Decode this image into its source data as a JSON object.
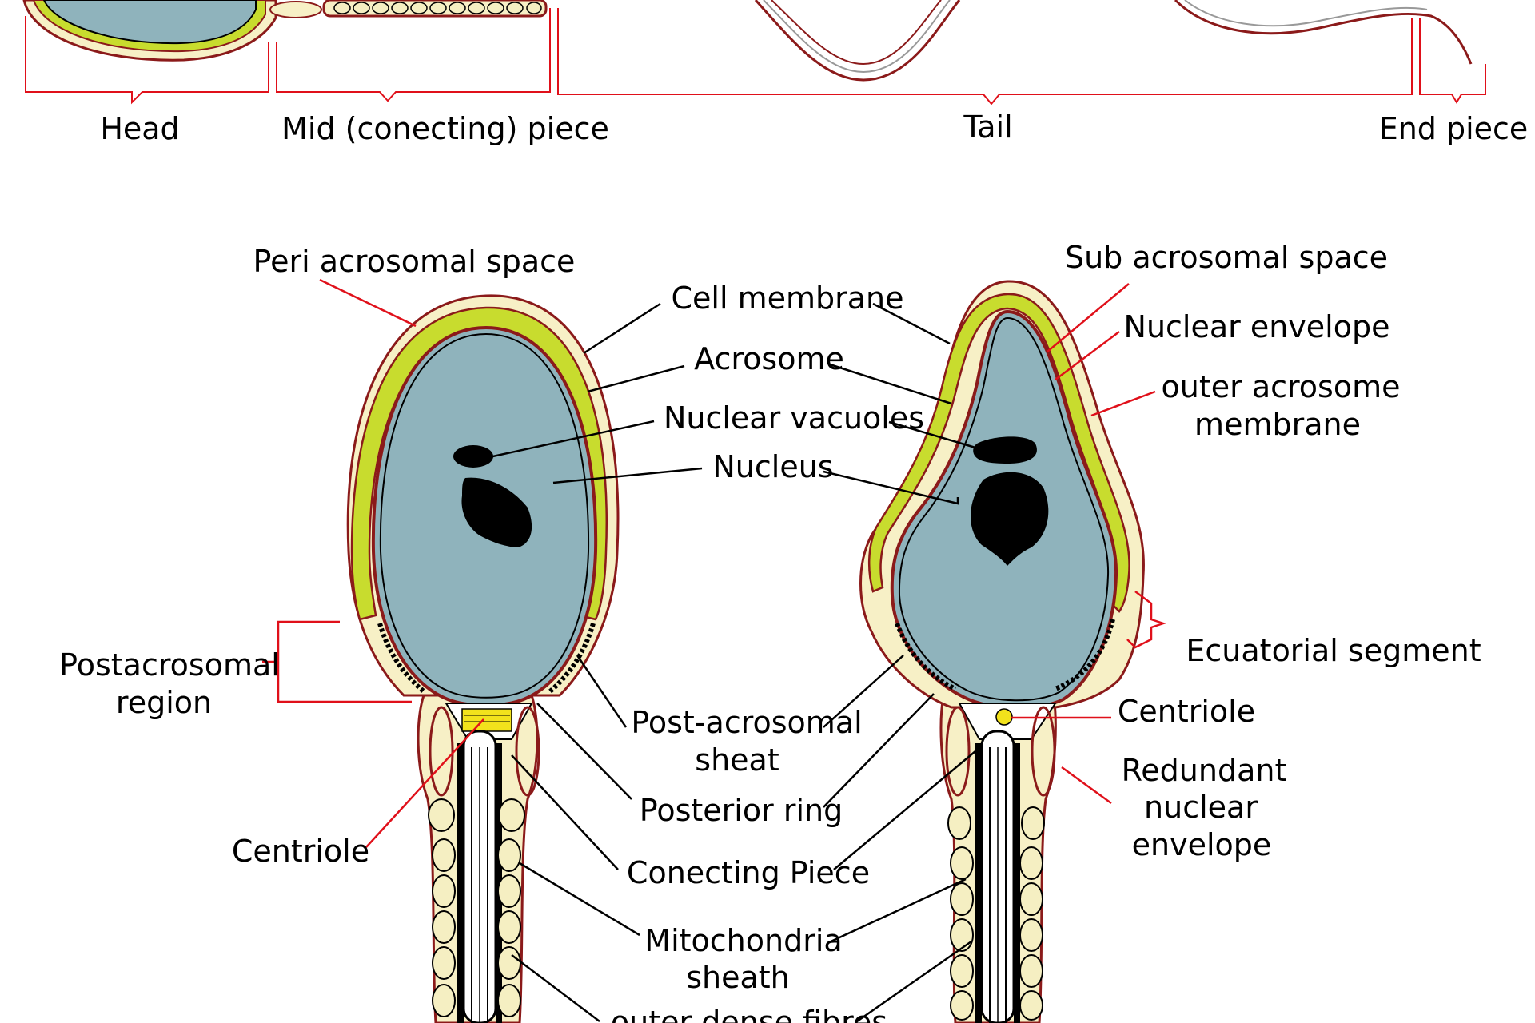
{
  "colors": {
    "nucleus": "#8fb3bc",
    "acrosome": "#c8dc2e",
    "membrane_fill": "#f7f0c6",
    "outline": "#8b1a1a",
    "red_line": "#e0101a",
    "black": "#000000",
    "mito_fill": "#f5efc2",
    "centriole": "#f2e21c"
  },
  "overview": {
    "head": "Head",
    "mid": "Mid (conecting) piece",
    "tail": "Tail",
    "end": "End piece"
  },
  "labels": {
    "peri_acrosomal": "Peri acrosomal space",
    "cell_membrane": "Cell membrane",
    "acrosome": "Acrosome",
    "nuclear_vacuoles": "Nuclear vacuoles",
    "nucleus": "Nucleus",
    "sub_acrosomal": "Sub acrosomal space",
    "nuclear_envelope": "Nuclear envelope",
    "outer_acrosome_1": "outer acrosome",
    "outer_acrosome_2": "membrane",
    "ecuatorial": "Ecuatorial segment",
    "postacrosomal_1": "Postacrosomal",
    "postacrosomal_2": "region",
    "post_sheat_1": "Post-acrosomal",
    "post_sheat_2": "sheat",
    "centriole_right": "Centriole",
    "redundant_1": "Redundant",
    "redundant_2": "nuclear",
    "redundant_3": "envelope",
    "posterior_ring": "Posterior ring",
    "centriole_left": "Centriole",
    "connecting_piece": "Conecting Piece",
    "mito_1": "Mitochondria",
    "mito_2": "sheath",
    "outer_dense": "outer dense fibres"
  },
  "icons": [
    "sperm-overview-graphic",
    "sperm-head-front-view",
    "sperm-head-side-view"
  ]
}
